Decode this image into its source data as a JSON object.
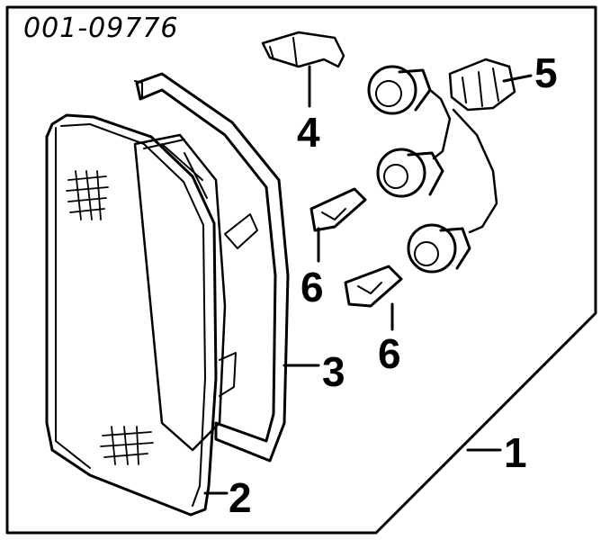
{
  "header": {
    "part_code": "001-09776"
  },
  "callouts": {
    "assembly": "1",
    "lens": "2",
    "gasket": "3",
    "clip": "4",
    "wire_harness": "5",
    "bulb_a": "6",
    "bulb_b": "6"
  }
}
